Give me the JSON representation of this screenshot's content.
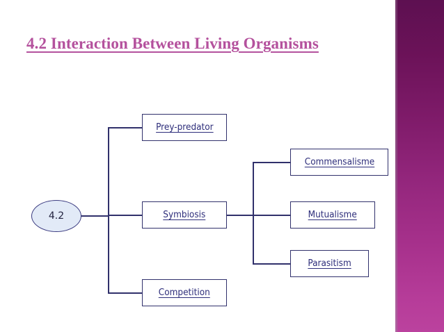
{
  "slide": {
    "title": "4.2 Interaction Between Living Organisms",
    "title_color": "#b4519d",
    "background": "#ffffff",
    "side_band_top_color": "#5d1051",
    "side_band_bottom_color": "#bb429e"
  },
  "diagram": {
    "root": {
      "label": "4.2",
      "shape": "ellipse",
      "fill": "#e2eaf7",
      "border": "#3b3b80"
    },
    "branches": [
      {
        "label": "Prey-predator"
      },
      {
        "label": "Symbiosis"
      },
      {
        "label": "Competition"
      }
    ],
    "symbiosis_children": [
      {
        "label": "Commensalisme"
      },
      {
        "label": "Mutualisme"
      },
      {
        "label": "Parasitism"
      }
    ],
    "box_border_color": "#30306b",
    "box_text_color": "#2d2d7a"
  }
}
